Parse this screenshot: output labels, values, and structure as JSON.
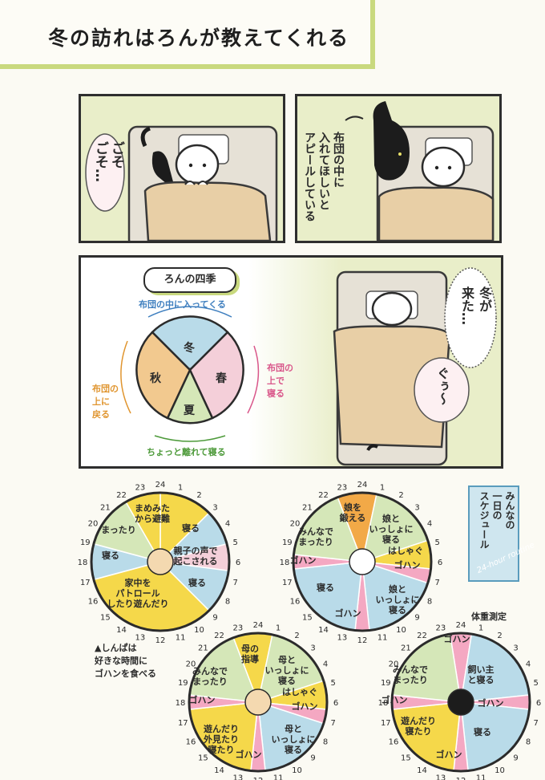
{
  "title": "冬の訪れはろんが教えてくれる",
  "panel1": {
    "sfx": [
      "ごそ",
      "ごそ…"
    ]
  },
  "panel2": {
    "narration": [
      "布団の中に",
      "入れてほしいと",
      "アピールしている"
    ]
  },
  "seasons": {
    "heading": "ろんの四季",
    "winter": "冬",
    "spring": "春",
    "summer": "夏",
    "autumn": "秋",
    "top_note": "布団の中に入ってくる",
    "right_note": [
      "布団の",
      "上で",
      "寝る"
    ],
    "bottom_note": "ちょっと離れて寝る",
    "left_note": [
      "布団の",
      "上に",
      "戻る"
    ],
    "colors": {
      "winter": "#b9dbe9",
      "spring": "#f4cfd9",
      "summer": "#d5e7b8",
      "autumn": "#f2c98f",
      "top": "#3f7fbf",
      "right": "#d9568a",
      "bottom": "#4d9a3a",
      "left": "#e0952f"
    }
  },
  "panel3": {
    "thought1": [
      "冬が",
      "来た…"
    ],
    "snore": "ぐぅ〜"
  },
  "schedule": {
    "title": [
      "みんなの",
      "一日の",
      "スケジュール"
    ],
    "watermark": "24-hour routine"
  },
  "clock_numbers": [
    "24",
    "1",
    "2",
    "3",
    "4",
    "5",
    "6",
    "7",
    "8",
    "9",
    "10",
    "11",
    "12",
    "13",
    "14",
    "15",
    "16",
    "17",
    "18",
    "19",
    "20",
    "21",
    "22",
    "23"
  ],
  "clocks": {
    "shinpa": {
      "labels": [
        "まめみた\nから避難",
        "寝る",
        "親子の声で\n起こされる",
        "寝る",
        "家中を\nパトロール\nしたり遊んだり",
        "寝る",
        "まったり"
      ]
    },
    "musume": {
      "labels": [
        "娘を\n鍛える",
        "娘と\nいっしょに\n寝る",
        "はしゃぐ",
        "ゴハン",
        "娘と\nいっしょに\n寝る",
        "ゴハン",
        "寝る",
        "ゴハン",
        "みんなで\nまったり"
      ]
    },
    "haha": {
      "labels": [
        "母の\n指導",
        "母と\nいっしょに\n寝る",
        "はしゃぐ",
        "ゴハン",
        "母と\nいっしょに\n寝る",
        "ゴハン",
        "遊んだり\n外見たり\n寝たり",
        "ゴハン",
        "みんなで\nまったり"
      ]
    },
    "ron": {
      "labels": [
        "ゴハン",
        "飼い主\nと寝る",
        "ゴハン",
        "寝る",
        "ゴハン",
        "遊んだり\n寝たり",
        "ゴハン",
        "みんなで\nまったり"
      ],
      "weigh_note": "体重測定"
    }
  },
  "note": [
    "▲しんぱは",
    "好きな時間に",
    "ゴハンを食べる"
  ]
}
